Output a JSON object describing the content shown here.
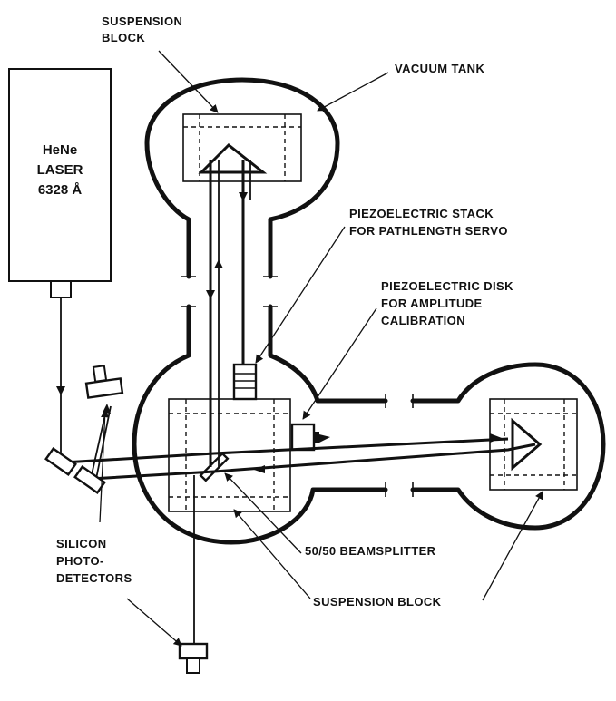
{
  "diagram": {
    "laser": {
      "line1": "HeNe",
      "line2": "LASER",
      "line3": "6328 Å"
    },
    "labels": {
      "suspension_block_top_line1": "SUSPENSION",
      "suspension_block_top_line2": "BLOCK",
      "vacuum_tank": "VACUUM TANK",
      "piezo_stack_line1": "PIEZOELECTRIC STACK",
      "piezo_stack_line2": "FOR PATHLENGTH SERVO",
      "piezo_disk_line1": "PIEZOELECTRIC DISK",
      "piezo_disk_line2": "FOR AMPLITUDE",
      "piezo_disk_line3": "CALIBRATION",
      "photodetectors_line1": "SILICON",
      "photodetectors_line2": "PHOTO-",
      "photodetectors_line3": "DETECTORS",
      "beamsplitter": "50/50 BEAMSPLITTER",
      "suspension_block_bottom": "SUSPENSION BLOCK"
    }
  }
}
